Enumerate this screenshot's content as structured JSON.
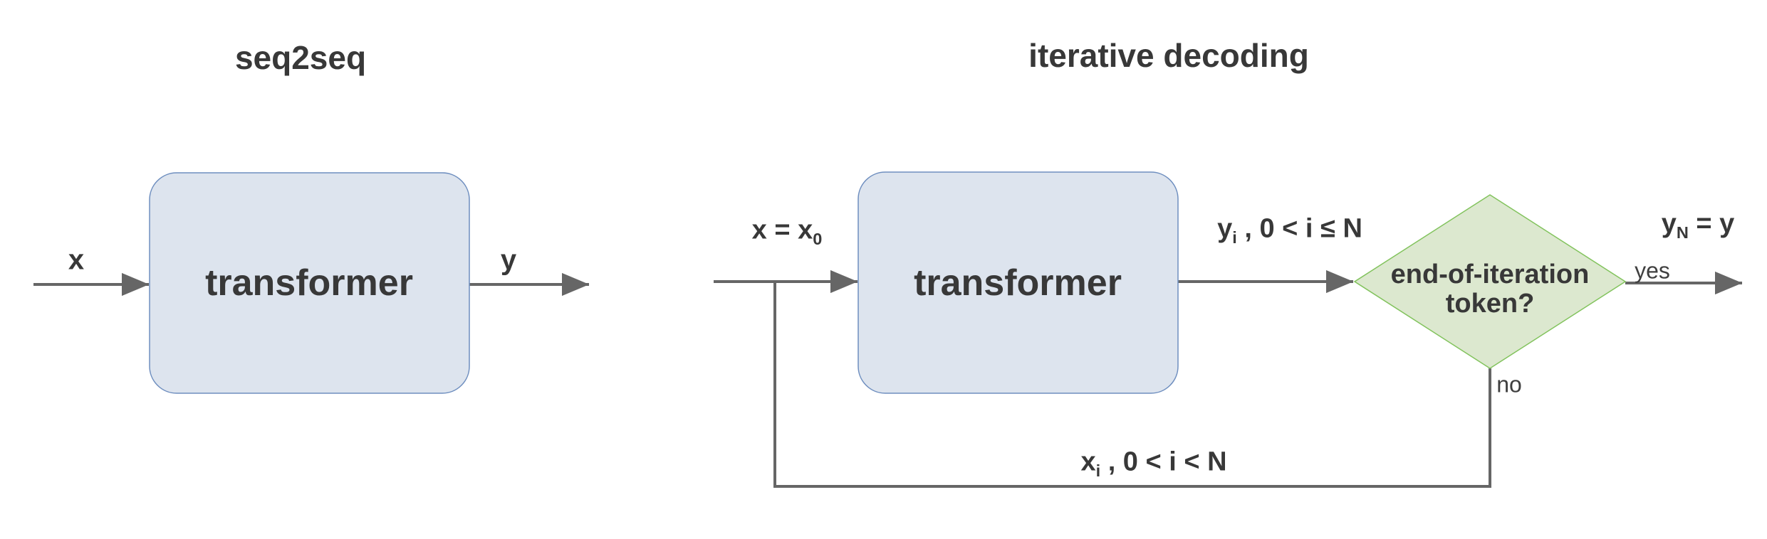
{
  "colors": {
    "text": "#383838",
    "arrow": "#666666",
    "box-fill": "#dde4ee",
    "box-stroke": "#6e8ebf",
    "diamond-fill": "#dce8cf",
    "diamond-stroke": "#82c35d"
  },
  "left": {
    "title": "seq2seq",
    "box_label": "transformer",
    "input_label": "x",
    "output_label": "y"
  },
  "right": {
    "title": "iterative decoding",
    "box_label": "transformer",
    "input_label": {
      "pre": "x = x",
      "sub": "0"
    },
    "output_label": {
      "pre": "y",
      "sub": "i",
      "post": " , 0 < i ≤ N"
    },
    "decision_label": "end-of-iteration token?",
    "yes_label": "yes",
    "no_label": "no",
    "final_label": {
      "pre": "y",
      "sub": "N",
      "post": " = y"
    },
    "loop_label": {
      "pre": "x",
      "sub": "i",
      "post": " , 0 < i < N"
    }
  }
}
